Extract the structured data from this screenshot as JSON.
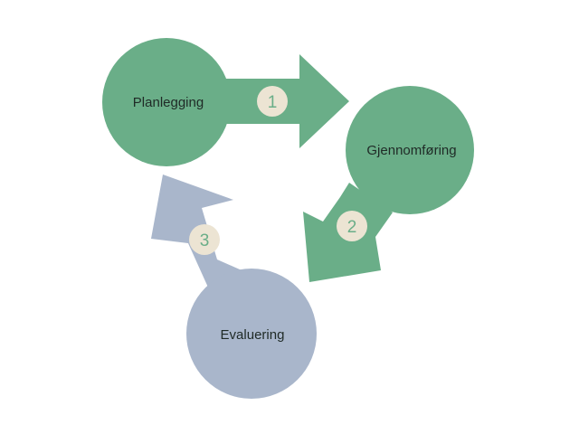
{
  "colors": {
    "green": "#6aae88",
    "slate": "#a9b6cb",
    "badge": "#ece4d3",
    "background": "#ffffff"
  },
  "stages": [
    {
      "label": "Planlegging"
    },
    {
      "label": "Gjennomføring"
    },
    {
      "label": "Evaluering"
    }
  ],
  "steps": [
    {
      "number": "1"
    },
    {
      "number": "2"
    },
    {
      "number": "3"
    }
  ]
}
